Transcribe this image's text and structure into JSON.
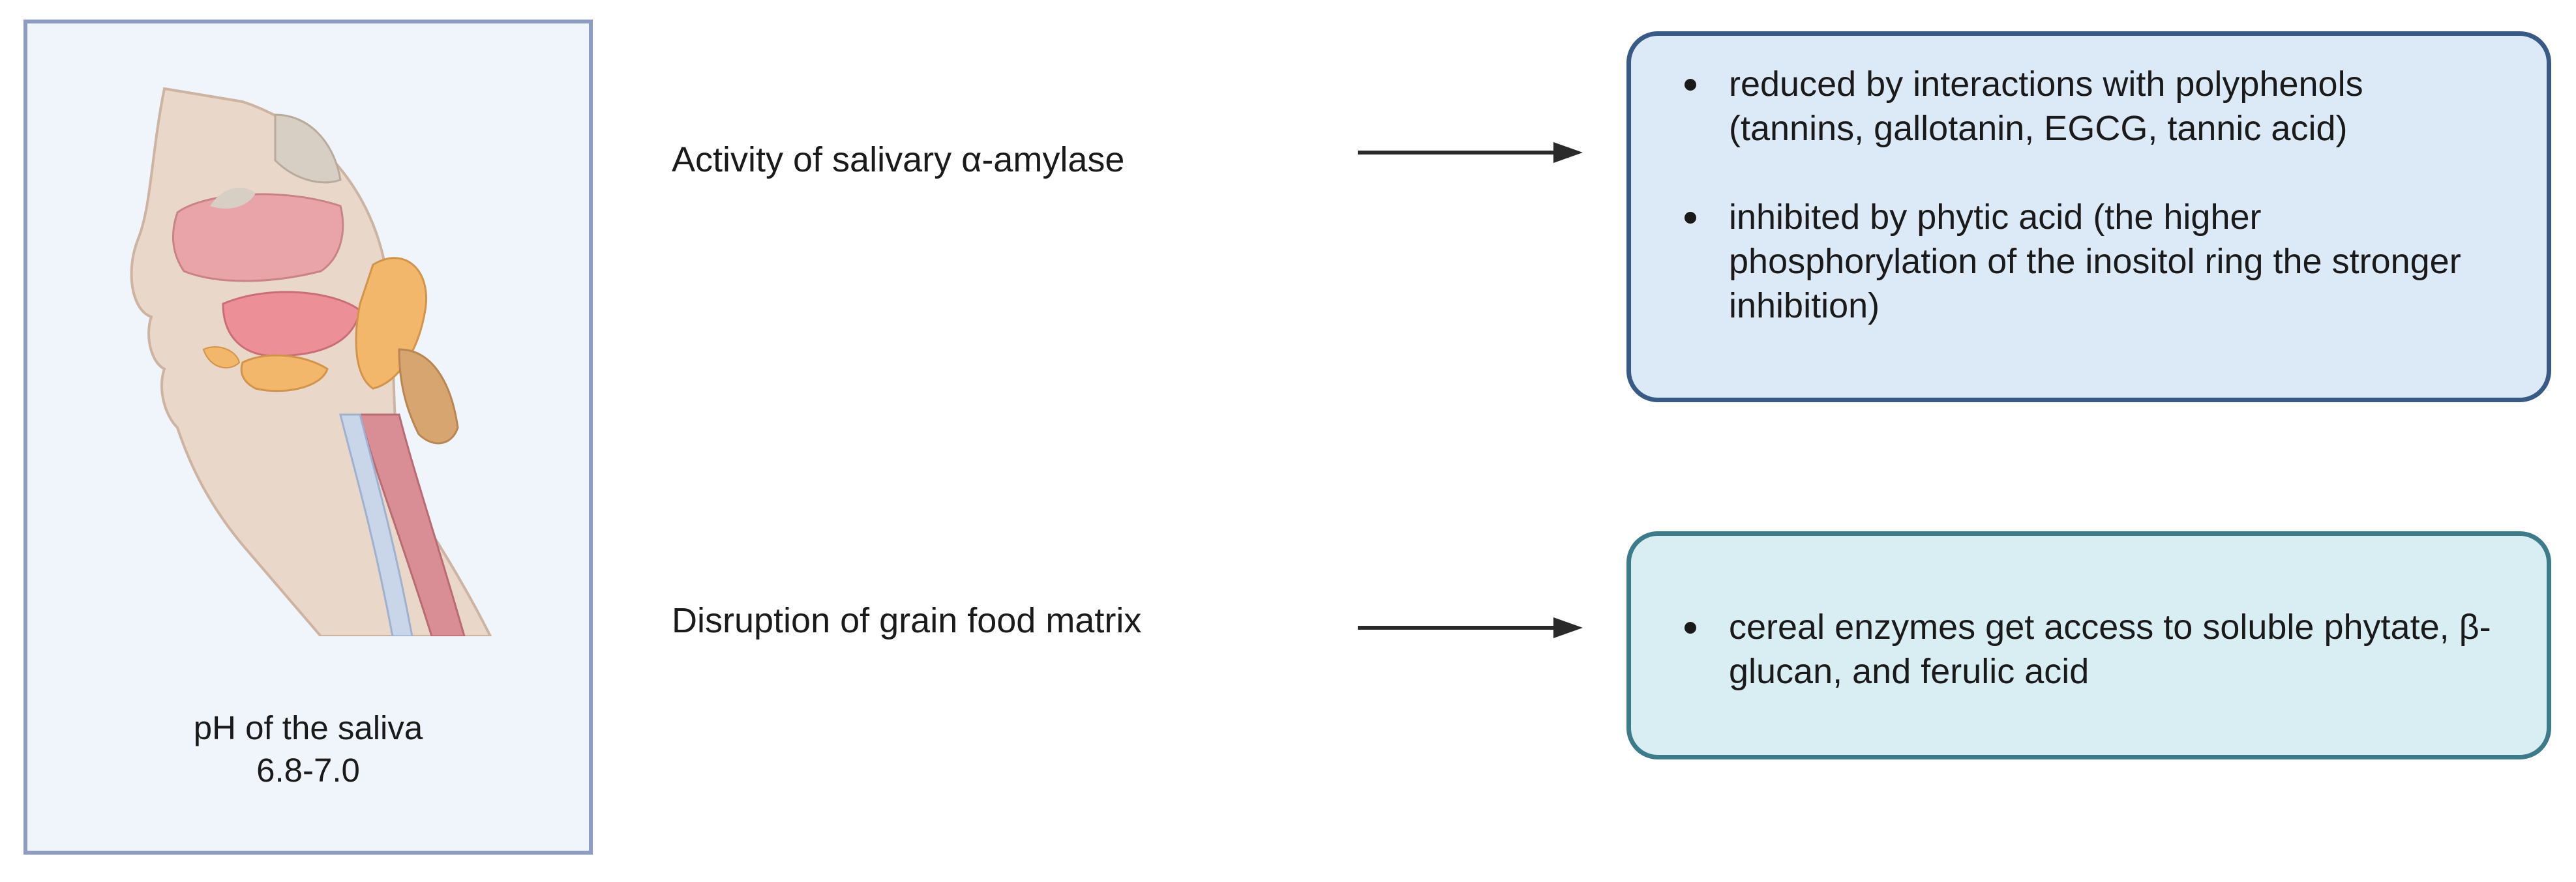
{
  "left_panel": {
    "caption_line1": "pH of the saliva",
    "caption_line2": "6.8-7.0"
  },
  "rows": [
    {
      "label": "Activity of salivary α-amylase",
      "bullets": [
        "reduced by interactions with polyphenols (tannins, gallotanin, EGCG, tannic acid)",
        "inhibited by phytic acid (the higher phosphorylation of the inositol ring the stronger inhibition)"
      ]
    },
    {
      "label": "Disruption of grain food matrix",
      "bullets": [
        "cereal enzymes get access to soluble phytate, β-glucan, and ferulic acid"
      ]
    }
  ],
  "colors": {
    "panel_fill": "#f0f4fb",
    "panel_border": "#8e9cc4",
    "box1_fill": "#dce9f7",
    "box1_border": "#3a5a86",
    "box2_fill": "#d9eef3",
    "box2_border": "#3e7b8a"
  }
}
